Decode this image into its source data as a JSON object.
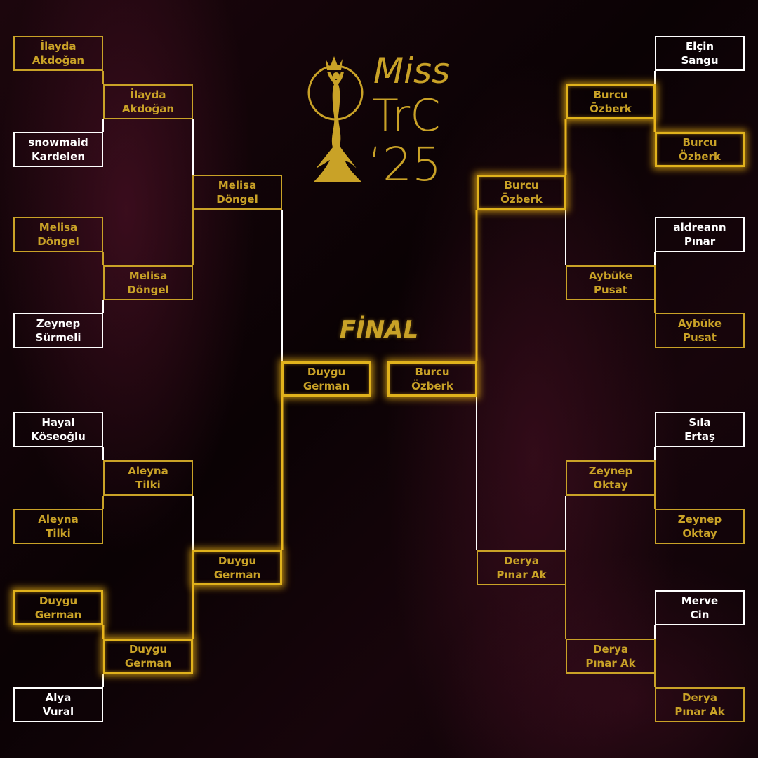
{
  "logo": {
    "line1": "Miss",
    "line2": "TrC",
    "line3": "‘25"
  },
  "final_label": "FİNAL",
  "colors": {
    "gold": "#c9a227",
    "loser": "#ffffff",
    "background": "#150309"
  },
  "bracket": {
    "left": {
      "round1": [
        {
          "first": "İlayda",
          "last": "Akdoğan",
          "state": "winner"
        },
        {
          "first": "snowmaid",
          "last": "Kardelen",
          "state": "loser"
        },
        {
          "first": "Melisa",
          "last": "Döngel",
          "state": "winner"
        },
        {
          "first": "Zeynep",
          "last": "Sürmeli",
          "state": "loser"
        },
        {
          "first": "Hayal",
          "last": "Köseoğlu",
          "state": "loser"
        },
        {
          "first": "Aleyna",
          "last": "Tilki",
          "state": "winner"
        },
        {
          "first": "Duygu",
          "last": "German",
          "state": "glow"
        },
        {
          "first": "Alya",
          "last": "Vural",
          "state": "loser"
        }
      ],
      "round2": [
        {
          "first": "İlayda",
          "last": "Akdoğan",
          "state": "winner"
        },
        {
          "first": "Melisa",
          "last": "Döngel",
          "state": "winner"
        },
        {
          "first": "Aleyna",
          "last": "Tilki",
          "state": "winner"
        },
        {
          "first": "Duygu",
          "last": "German",
          "state": "glow"
        }
      ],
      "round3": [
        {
          "first": "Melisa",
          "last": "Döngel",
          "state": "winner"
        },
        {
          "first": "Duygu",
          "last": "German",
          "state": "glow"
        }
      ],
      "final": [
        {
          "first": "Duygu",
          "last": "German",
          "state": "glow"
        }
      ]
    },
    "right": {
      "round1": [
        {
          "first": "Elçin",
          "last": "Sangu",
          "state": "loser"
        },
        {
          "first": "Burcu",
          "last": "Özberk",
          "state": "glow"
        },
        {
          "first": "aldreann",
          "last": "Pınar",
          "state": "loser"
        },
        {
          "first": "Aybüke",
          "last": "Pusat",
          "state": "winner"
        },
        {
          "first": "Sıla",
          "last": "Ertaş",
          "state": "loser"
        },
        {
          "first": "Zeynep",
          "last": "Oktay",
          "state": "winner"
        },
        {
          "first": "Merve",
          "last": "Cin",
          "state": "loser"
        },
        {
          "first": "Derya",
          "last": "Pınar Ak",
          "state": "winner"
        }
      ],
      "round2": [
        {
          "first": "Burcu",
          "last": "Özberk",
          "state": "glow"
        },
        {
          "first": "Aybüke",
          "last": "Pusat",
          "state": "winner"
        },
        {
          "first": "Zeynep",
          "last": "Oktay",
          "state": "winner"
        },
        {
          "first": "Derya",
          "last": "Pınar Ak",
          "state": "winner"
        }
      ],
      "round3": [
        {
          "first": "Burcu",
          "last": "Özberk",
          "state": "glow"
        },
        {
          "first": "Derya",
          "last": "Pınar Ak",
          "state": "winner"
        }
      ],
      "final": [
        {
          "first": "Burcu",
          "last": "Özberk",
          "state": "glow"
        }
      ]
    }
  }
}
